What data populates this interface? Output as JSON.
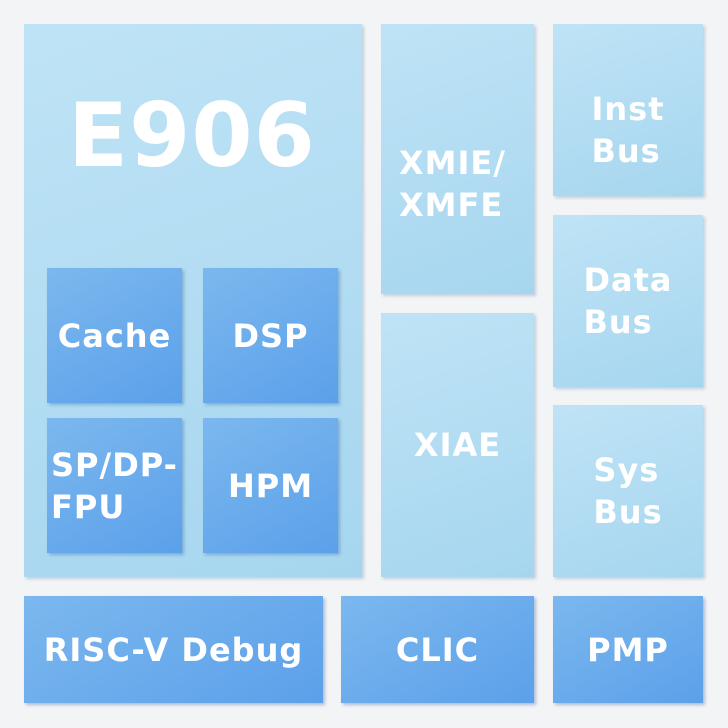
{
  "core": {
    "title": "E906",
    "units": [
      "Cache",
      "DSP",
      "SP/DP-\nFPU",
      "HPM"
    ]
  },
  "extensions": {
    "xmie": "XMIE/\nXMFE",
    "xiae": "XIAE"
  },
  "buses": {
    "inst": "Inst\nBus",
    "data": "Data\nBus",
    "sys": "Sys\nBus"
  },
  "bottom": {
    "debug": "RISC-V Debug",
    "clic": "CLIC",
    "pmp": "PMP"
  }
}
